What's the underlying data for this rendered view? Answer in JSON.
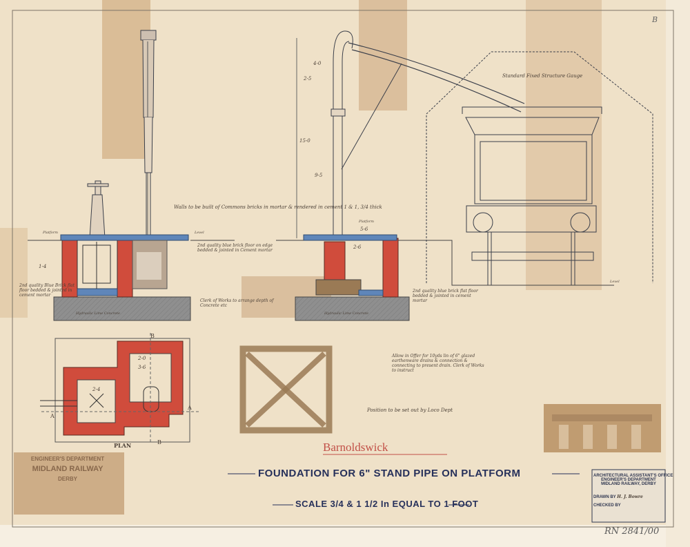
{
  "drawing": {
    "place_name": "Barnoldswick",
    "title": "FOUNDATION FOR 6\" STAND PIPE ON PLATFORM",
    "scale": "SCALE 3/4 & 1 1/2 In EQUAL TO 1 FOOT"
  },
  "notes": {
    "walls": "Walls to be built of Commons bricks in mortar & rendered in cement 1 & 1, 3/4 thick",
    "floor_top": "2nd quality blue brick floor on edge bedded & jointed in Cement mortar",
    "floor_left": "2nd quality Blue Brick flat floor bedded & jointed in cement mortar",
    "floor_right": "2nd quality blue brick flat floor bedded & jointed in cement mortar",
    "depth": "Clerk of Works to arrange depth of Concrete etc",
    "drain": "Allow in Offer for 10yds lin of 6\" glazed earthenware drains & connection & connecting to present drain. Clerk of Works to instruct",
    "position": "Position to be set out by Loco Dept",
    "gauge": "Standard Fixed Structure Gauge",
    "plan_label": "PLAN",
    "concrete_left": "Hydraulic Lime Concrete",
    "concrete_right": "Hydraulic Lime Concrete",
    "platform_left": "Platform",
    "platform_right": "Platform",
    "level": "Level",
    "rail_level": "Level"
  },
  "dims": {
    "d1": "4-0",
    "d2": "2-5",
    "d3": "15-0",
    "d4": "9-5",
    "d5": "5-6",
    "d6": "2-6",
    "d7": "2-4",
    "d8": "3-6",
    "d9": "1-4",
    "d10": "2-0",
    "section_a": "A",
    "section_b": "B"
  },
  "stamp": {
    "line1": "ARCHITECTURAL ASSISTANT'S OFFICE",
    "line2": "ENGINEER'S DEPARTMENT",
    "line3": "MIDLAND RAILWAY, DERBY",
    "drawn": "DRAWN BY",
    "drawn_name": "H. J. Bowre",
    "checked": "CHECKED BY"
  },
  "midland_stamp": {
    "line1": "ENGINEER'S DEPARTMENT",
    "line2": "MIDLAND RAILWAY",
    "line3": "DERBY"
  },
  "ref_number": "RN 2841/00",
  "corner_ref": "B"
}
